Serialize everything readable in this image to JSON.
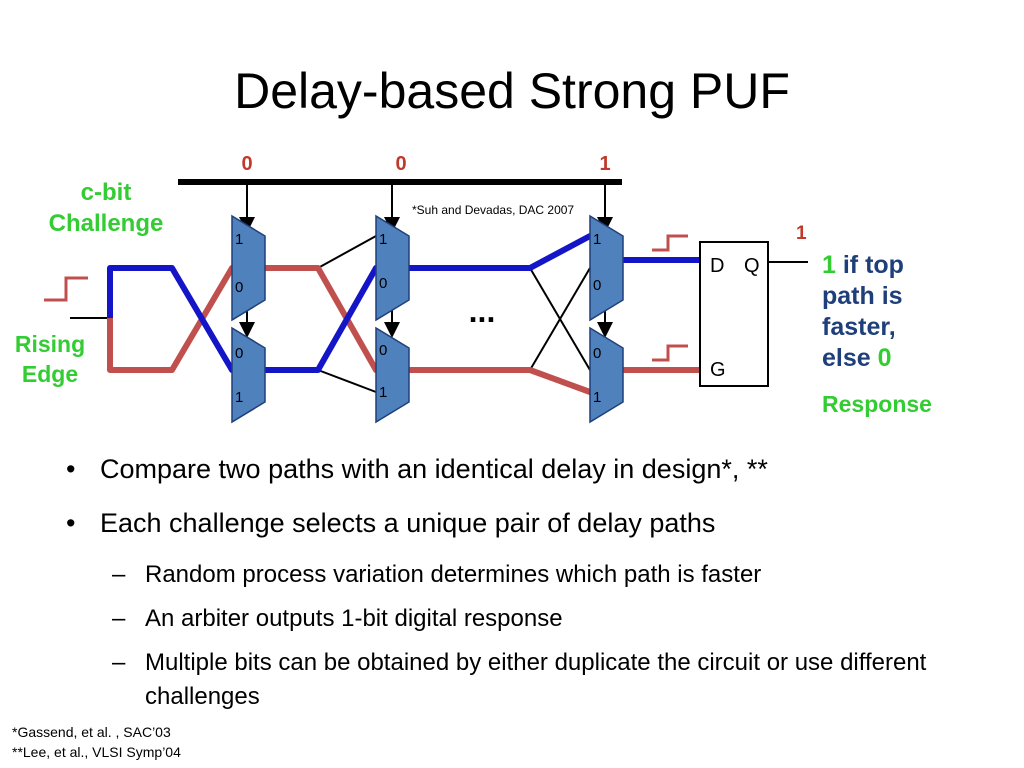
{
  "slide": {
    "title": "Delay-based Strong PUF"
  },
  "diagram": {
    "challenge_bits": [
      "0",
      "0",
      "1"
    ],
    "challenge_label": [
      "c-bit",
      "Challenge"
    ],
    "input_label": [
      "Rising",
      "Edge"
    ],
    "ellipsis": "...",
    "citation": "*Suh and Devadas, DAC 2007",
    "mux_labels": {
      "top": [
        "1",
        "0"
      ],
      "bottom": [
        "0",
        "1"
      ]
    },
    "arbiter": {
      "d": "D",
      "q": "Q",
      "g": "G"
    },
    "output_bit": "1",
    "response_text": {
      "line1_bit": "1",
      "line1_rest": " if top",
      "line2": "path is",
      "line3": "faster,",
      "line4_text": "else ",
      "line4_bit": "0"
    },
    "response_label": "Response",
    "colors": {
      "top_path": "#1515c8",
      "bottom_path": "#c0504d",
      "mux_fill": "#4f81bd",
      "green": "#33cc33",
      "dark_red": "#c0392b",
      "response_blue": "#1f3f7a"
    }
  },
  "bullets": [
    {
      "text": "Compare two paths with an identical delay in design*, **",
      "sub": []
    },
    {
      "text": "Each challenge selects a unique pair of delay paths",
      "sub": [
        "Random process variation determines which path is faster",
        "An arbiter outputs 1-bit digital response",
        "Multiple bits can be obtained by either duplicate the circuit or use different challenges"
      ]
    }
  ],
  "references": [
    "*Gassend, et al. , SAC’03",
    "**Lee, et al., VLSI Symp’04"
  ]
}
